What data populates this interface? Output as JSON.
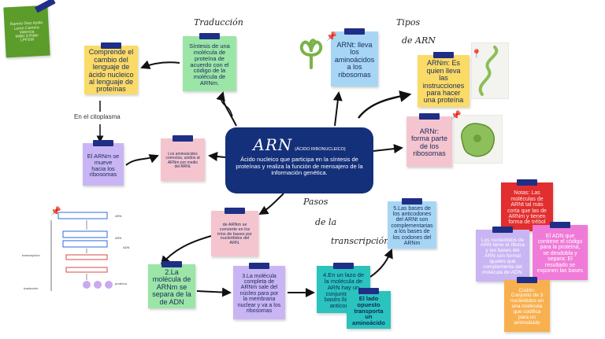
{
  "corner_note": "Ramiro Diaz Ayala\nLoren Camera Valencia\nMiller 8 Rider LPFSW",
  "center": {
    "title": "ARN",
    "subtitle": "(ÁCIDO RIBONUCLEICO)",
    "description": "Ácido nucleico que participa en la síntesis de proteínas y realiza la función de mensajero de la información genética."
  },
  "labels": {
    "traduccion": "Traducción",
    "tipos": "Tipos",
    "de_arn": "de ARN",
    "pasos": "Pasos",
    "de_la": "de la",
    "transcripcion": "transcripción",
    "citoplasma": "En el citoplasma"
  },
  "notes": {
    "comprende": "Comprende el cambio del lenguaje de ácido nucleico al lenguaje de proteínas",
    "sintesis": "Síntesis de una molécula de proteína de acuerdo con el código de la molécula de ARNm.",
    "arnt": "ARNt: lleva los aminoácidos a los ribosomas",
    "arnm": "ARNm: Es quien lleva las instrucciones para hacer una proteína",
    "arnr": "ARNr: forma parte de los ribosomas",
    "arnm_mueve": "El ARNm se mueve hacia los ribosomas",
    "aminoacidos": "Los aminoácidos correctos, unidos al ARNm por medio del ARNt.",
    "adn_convierte": "de ARNm se convierte en los tríos de bases por nucleótidos del ARN.",
    "paso2": "2.La molécula de ARNm se separa de la de ADN",
    "paso3": "3.La molécula completa de ARNm sale del núcleo para por la membrana nuclear y va a los ribosomas",
    "paso4": "4.En un lazo de la molécula de ARN hay un conjunto de 3 bases llamado anticodón.",
    "paso5": "5.Las bases de los anticodones del ARNt son complementarias a los bases de los codones del ARNm",
    "lado": "El lado opuesto transporta un aminoácido",
    "notas": "Notas: Las moléculas de ARNt tal más corta que las de ARNm y tienen forma de trébol",
    "nucleotidos": "Los nucleótidos de ARN tiene el ribosa y las bases del ARN son formal iguales que complementa del molécula de ADN.",
    "adn_contiene": "El ADN que contiene el código para la proteína, se desdobla y separa: El resultado se exponen las bases",
    "codon": "Codón: Conjunto de 3 nucleótidos en una molécula que codifica para un aminoácido"
  },
  "diagram_labels": {
    "arn_top": "ARN",
    "arn_mid": "ARN",
    "adn": "ADN",
    "transcripcion_label": "transcripción",
    "traduccion_label": "traducción",
    "proteina": "proteína"
  },
  "colors": {
    "center": "#14307a",
    "yellow": "#fbdb67",
    "green": "#9be5a6",
    "blue": "#a7d6f5",
    "pink": "#f5c5cf",
    "purple": "#c9b5f3",
    "teal": "#2bc3bd",
    "red": "#e22e2e",
    "magenta": "#f07ad8",
    "orange": "#f8b04f",
    "corner_green": "#5c9c2a"
  }
}
